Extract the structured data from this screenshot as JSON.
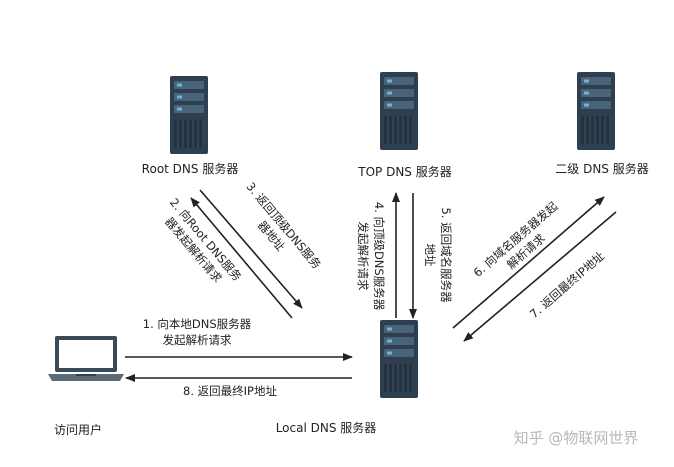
{
  "nodes": {
    "root": "Root DNS 服务器",
    "top": "TOP DNS 服务器",
    "second": "二级 DNS 服务器",
    "local": "Local DNS 服务器",
    "user": "访问用户"
  },
  "steps": {
    "s1_line1": "1. 向本地DNS服务器",
    "s1_line2": "发起解析请求",
    "s2_line1": "2. 向Root DNS服务",
    "s2_line2": "器发起解析请求",
    "s3_line1": "3. 返回顶级DNS服务",
    "s3_line2": "器地址",
    "s4_line1": "4. 向顶级DNS服务器",
    "s4_line2": "发起解析请求",
    "s5_line1": "5. 返回域名服务器",
    "s5_line2": "地址",
    "s6_line1": "6. 向域名服务器发起",
    "s6_line2": "解析请求",
    "s7": "7. 返回最终IP地址",
    "s8": "8. 返回最终IP地址"
  },
  "watermark": "知乎 @物联网世界",
  "colors": {
    "server_body": "#2e3f4f",
    "server_rack": "#496478",
    "server_light": "#6fb4d8",
    "arrow": "#222222",
    "laptop_frame": "#3a4a58"
  }
}
